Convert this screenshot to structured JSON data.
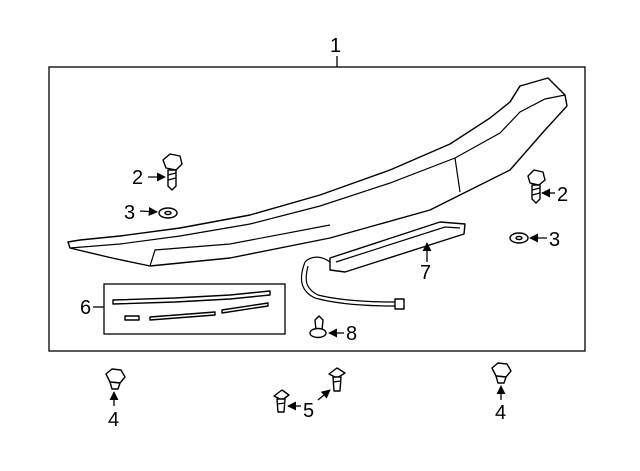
{
  "diagram": {
    "callouts": {
      "spoiler": "1",
      "bolt_left": "2",
      "bolt_right": "2",
      "washer_left": "3",
      "washer_right": "3",
      "nut_left": "4",
      "nut_right": "4",
      "clips": "5",
      "tape_kit": "6",
      "stop_lamp": "7",
      "screw": "8"
    }
  }
}
